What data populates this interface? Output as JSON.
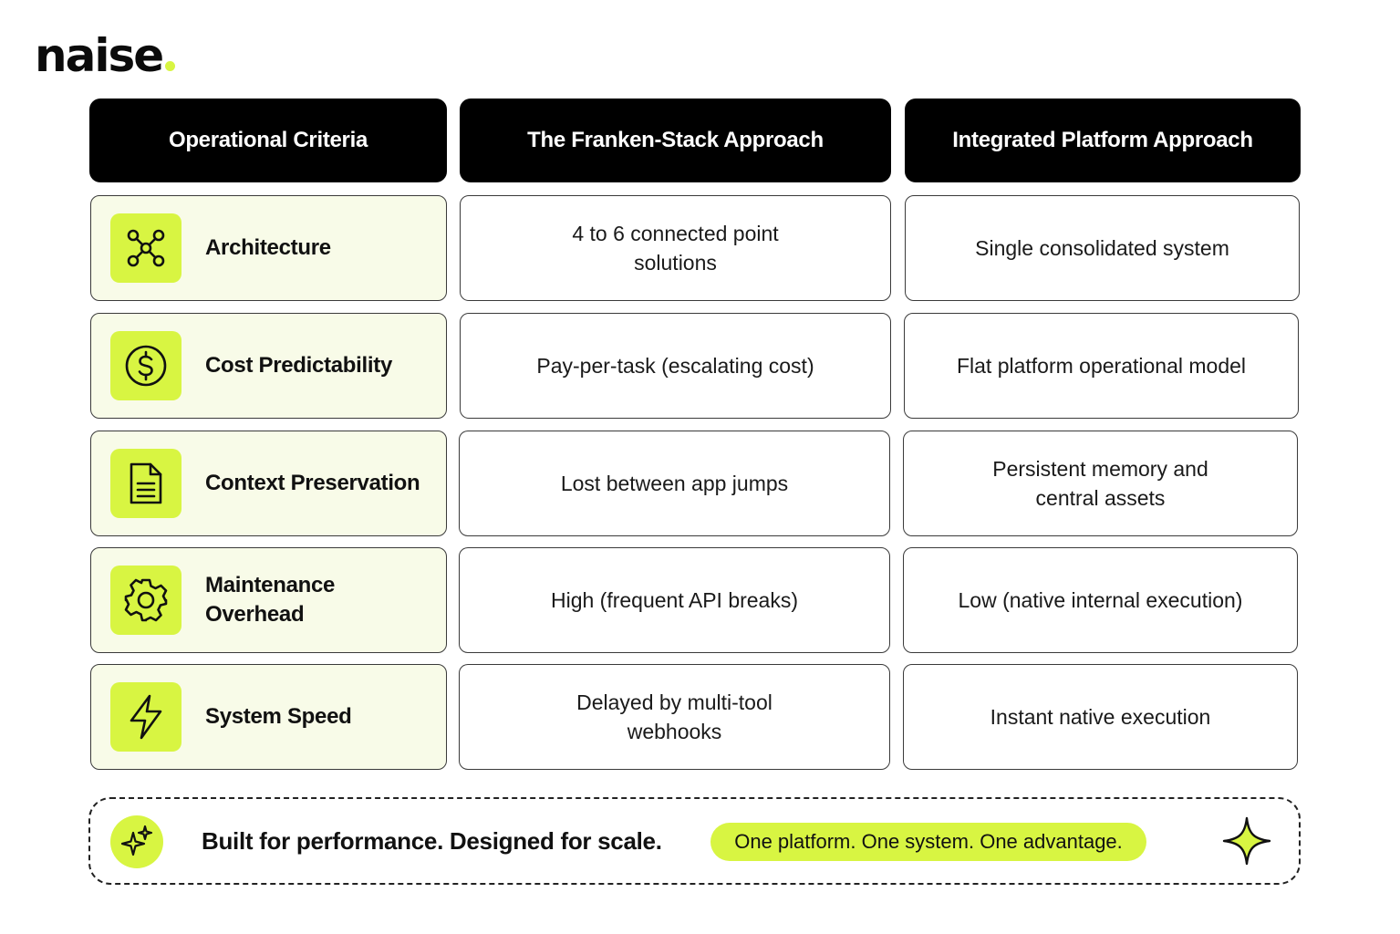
{
  "brand": {
    "logo_text": "naise",
    "accent_color": "#d8f542"
  },
  "table": {
    "headers": [
      "Operational Criteria",
      "The Franken-Stack Approach",
      "Integrated Platform Approach"
    ],
    "rows": [
      {
        "icon": "network-nodes-icon",
        "criteria": [
          "Architecture"
        ],
        "franken": [
          "4 to 6 connected point",
          "solutions"
        ],
        "integrated": [
          "Single consolidated system"
        ]
      },
      {
        "icon": "dollar-coin-icon",
        "criteria": [
          "Cost Predictability"
        ],
        "franken": [
          "Pay-per-task (escalating cost)"
        ],
        "integrated": [
          "Flat platform operational model"
        ]
      },
      {
        "icon": "document-icon",
        "criteria": [
          "Context Preservation"
        ],
        "franken": [
          "Lost between app jumps"
        ],
        "integrated": [
          "Persistent memory and",
          "central assets"
        ]
      },
      {
        "icon": "gear-icon",
        "criteria": [
          "Maintenance",
          "Overhead"
        ],
        "franken": [
          "High (frequent API breaks)"
        ],
        "integrated": [
          "Low (native internal execution)"
        ]
      },
      {
        "icon": "lightning-bolt-icon",
        "criteria": [
          "System Speed"
        ],
        "franken": [
          "Delayed by multi-tool",
          "webhooks"
        ],
        "integrated": [
          "Instant native execution"
        ]
      }
    ]
  },
  "footer": {
    "tagline": "Built for performance. Designed for scale.",
    "pill": "One platform. One system. One advantage.",
    "left_icon": "sparkles-icon",
    "right_icon": "four-point-star-icon"
  }
}
